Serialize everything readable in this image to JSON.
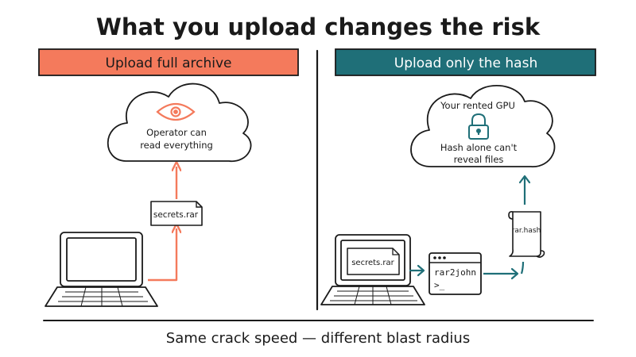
{
  "title": "What you upload changes the risk",
  "colors": {
    "ink": "#1a1a1a",
    "left_accent": "#f47a5c",
    "right_accent": "#1f6f78",
    "paper": "#ffffff"
  },
  "left": {
    "header": "Upload full archive",
    "cloud": {
      "icon": "eye-icon",
      "line1": "Operator can",
      "line2": "read everything"
    },
    "file_label": "secrets.rar",
    "device_icon": "laptop-icon"
  },
  "right": {
    "header": "Upload only the hash",
    "cloud": {
      "line1": "Your rented GPU",
      "icon": "padlock-icon",
      "line2": "Hash alone can't",
      "line3": "reveal files"
    },
    "laptop_file_label": "secrets.rar",
    "terminal": {
      "command": "rar2john",
      "prompt": ">_"
    },
    "hash_label": "rar.hash",
    "device_icon": "laptop-icon"
  },
  "footer": "Same crack speed — different blast radius"
}
